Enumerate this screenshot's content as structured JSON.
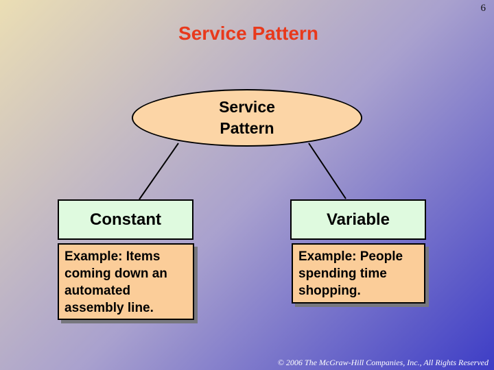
{
  "page_number": "6",
  "title": "Service Pattern",
  "diagram": {
    "root_label": "Service\nPattern",
    "branches": [
      {
        "heading": "Constant",
        "example": "Example: Items\ncoming down an\nautomated\nassembly line."
      },
      {
        "heading": "Variable",
        "example": "Example: People\nspending time\nshopping."
      }
    ]
  },
  "footer": "© 2006 The McGraw-Hill Companies, Inc., All Rights Reserved",
  "colors": {
    "title_text": "#E8391C",
    "ellipse_fill": "#FCD5A6",
    "heading_fill": "#DFFADF",
    "example_fill": "#FBCD99",
    "box_shadow": "#77777E",
    "outline": "#000000",
    "footer_text": "#FFFFFF",
    "background_gradient_start": "#EBDEB4",
    "background_gradient_mid": "#A9A1CE",
    "background_gradient_end": "#3D3DC6"
  }
}
